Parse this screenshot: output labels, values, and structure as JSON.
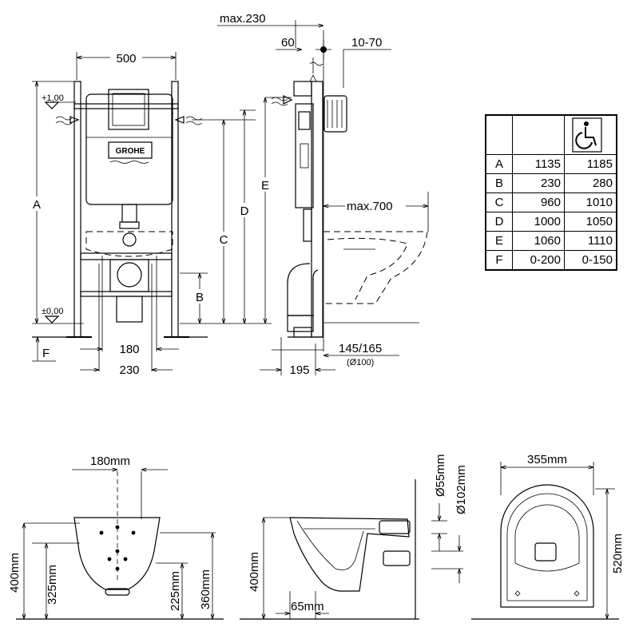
{
  "frame_dims": {
    "width_500": "500",
    "max_230": "max.230",
    "d60": "60",
    "d10_70": "10-70",
    "d180": "180",
    "d230": "230",
    "d195": "195",
    "d145_165": "145/165",
    "d100": "(Ø100)",
    "max700": "max.700",
    "level_top": "+1,00",
    "level_zero": "±0,00"
  },
  "frame_letters": {
    "A": "A",
    "B": "B",
    "C": "C",
    "D": "D",
    "E": "E",
    "F": "F"
  },
  "logo": "GROHE",
  "spec_table": {
    "rows": [
      {
        "key": "A",
        "standard": "1135",
        "accessible": "1185"
      },
      {
        "key": "B",
        "standard": "230",
        "accessible": "280"
      },
      {
        "key": "C",
        "standard": "960",
        "accessible": "1010"
      },
      {
        "key": "D",
        "standard": "1000",
        "accessible": "1050"
      },
      {
        "key": "E",
        "standard": "1060",
        "accessible": "1110"
      },
      {
        "key": "F",
        "standard": "0-200",
        "accessible": "0-150"
      }
    ]
  },
  "bowl_dims": {
    "front_180": "180mm",
    "front_400": "400mm",
    "front_325": "325mm",
    "front_225": "225mm",
    "front_360": "360mm",
    "side_400": "400mm",
    "side_65": "65mm",
    "side_d55": "Ø55mm",
    "side_d102": "Ø102mm",
    "top_355": "355mm",
    "top_520": "520mm"
  }
}
